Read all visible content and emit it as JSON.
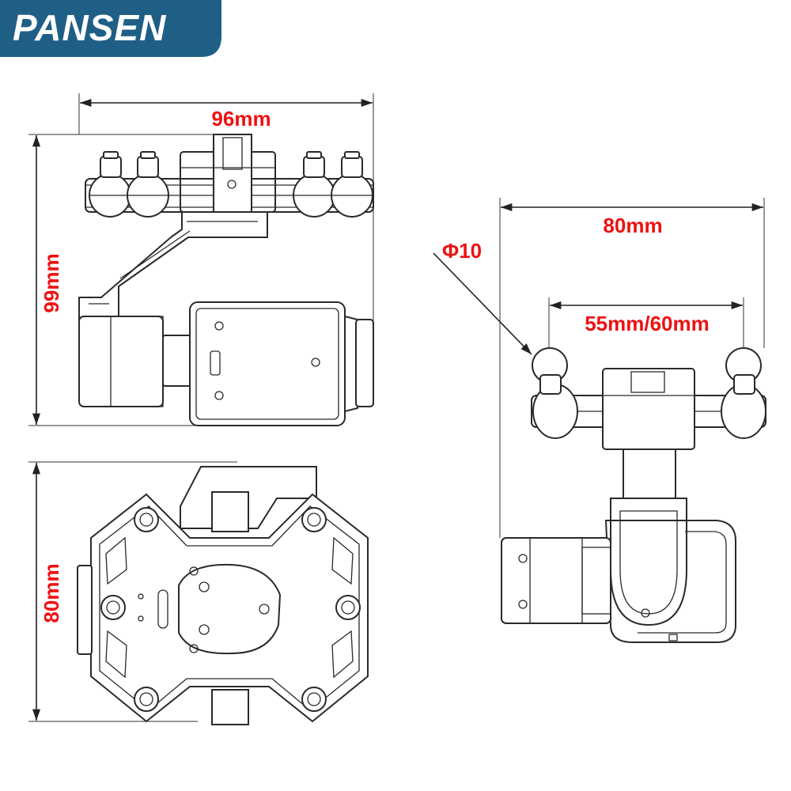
{
  "brand": {
    "name": "PANSEN",
    "badge_color": "#1f5f86",
    "text_color": "#ffffff"
  },
  "dimension_color": "#ee1111",
  "dimensions": {
    "side_view_width": "96mm",
    "side_view_height": "99mm",
    "bottom_view_height": "80mm",
    "front_view_width": "80mm",
    "front_view_inner_width": "55mm/60mm",
    "damper_diameter": "Φ10"
  }
}
